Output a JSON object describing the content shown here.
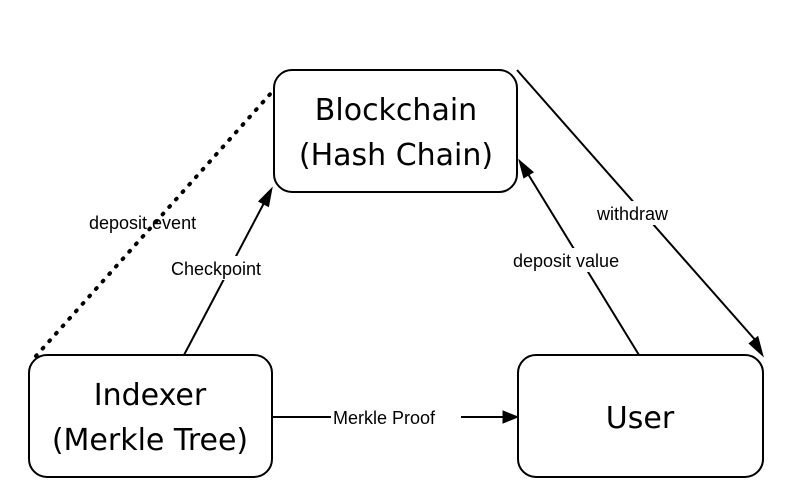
{
  "nodes": {
    "blockchain": {
      "line1": "Blockchain",
      "line2": "(Hash Chain)"
    },
    "indexer": {
      "line1": "Indexer",
      "line2": "(Merkle Tree)"
    },
    "user": {
      "label": "User"
    }
  },
  "edges": {
    "deposit_event": {
      "label": "deposit event"
    },
    "checkpoint": {
      "label": "Checkpoint"
    },
    "merkle_proof": {
      "label": "Merkle Proof"
    },
    "deposit_value": {
      "label": "deposit value"
    },
    "withdraw": {
      "label": "withdraw"
    }
  }
}
